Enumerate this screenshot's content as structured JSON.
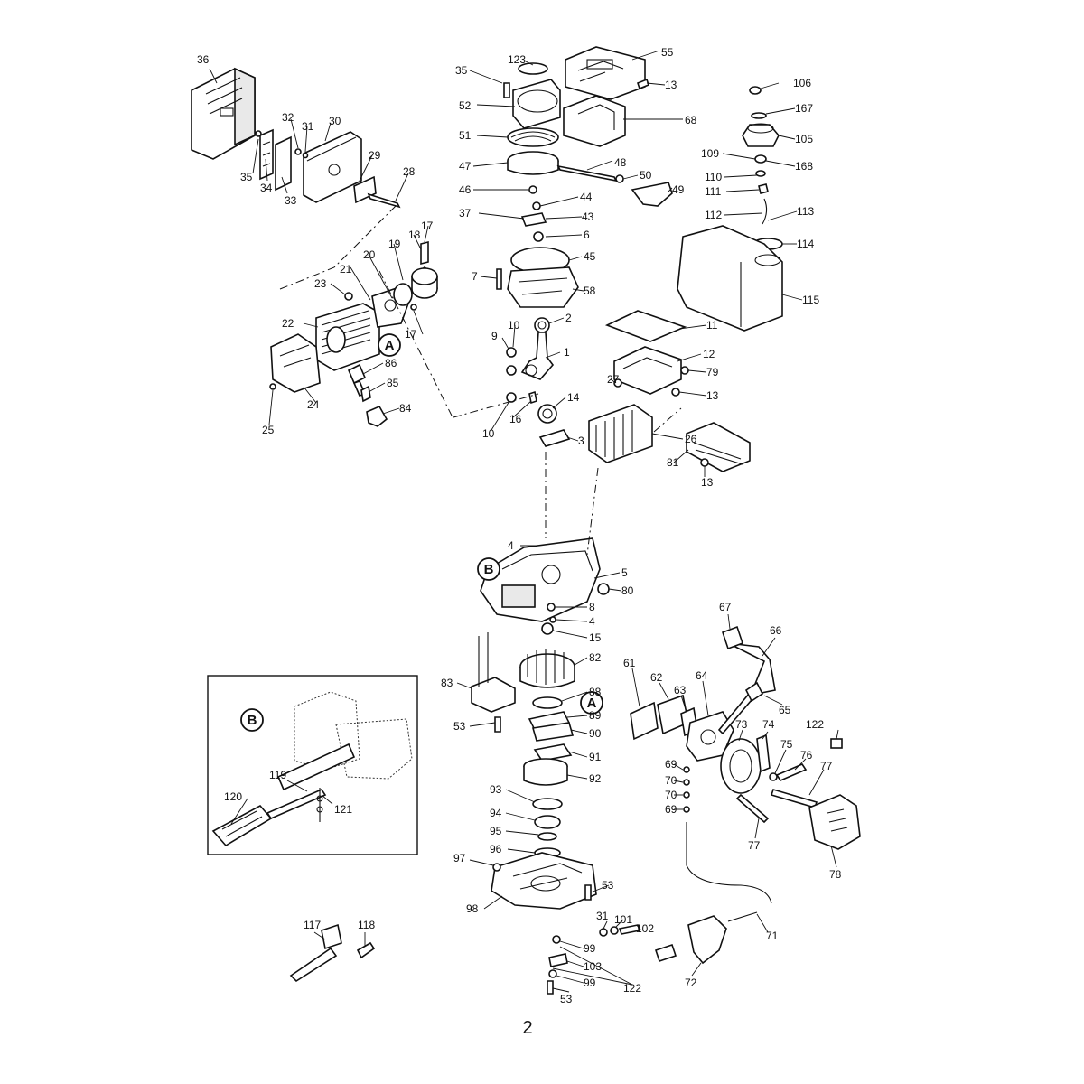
{
  "page_number": "2",
  "callouts": [
    "A",
    "B"
  ],
  "labels": [
    "36",
    "35",
    "32",
    "31",
    "30",
    "34",
    "33",
    "29",
    "28",
    "123",
    "55",
    "35",
    "13",
    "52",
    "68",
    "51",
    "47",
    "48",
    "50",
    "49",
    "46",
    "44",
    "37",
    "43",
    "106",
    "167",
    "105",
    "109",
    "168",
    "110",
    "111",
    "112",
    "113",
    "114",
    "115",
    "6",
    "45",
    "7",
    "58",
    "18",
    "17",
    "19",
    "20",
    "21",
    "23",
    "22",
    "17",
    "A",
    "86",
    "85",
    "84",
    "24",
    "25",
    "10",
    "2",
    "9",
    "1",
    "10",
    "16",
    "14",
    "3",
    "11",
    "12",
    "79",
    "27",
    "13",
    "26",
    "81",
    "13",
    "4",
    "5",
    "80",
    "8",
    "4",
    "15",
    "82",
    "83",
    "88",
    "89",
    "53",
    "90",
    "91",
    "92",
    "93",
    "94",
    "95",
    "96",
    "97",
    "98",
    "53",
    "31",
    "101",
    "102",
    "99",
    "103",
    "99",
    "53",
    "122",
    "71",
    "72",
    "67",
    "66",
    "65",
    "61",
    "62",
    "63",
    "64",
    "73",
    "74",
    "75",
    "76",
    "77",
    "122",
    "69",
    "70",
    "70",
    "69",
    "77",
    "78",
    "119",
    "120",
    "121",
    "117",
    "118"
  ]
}
